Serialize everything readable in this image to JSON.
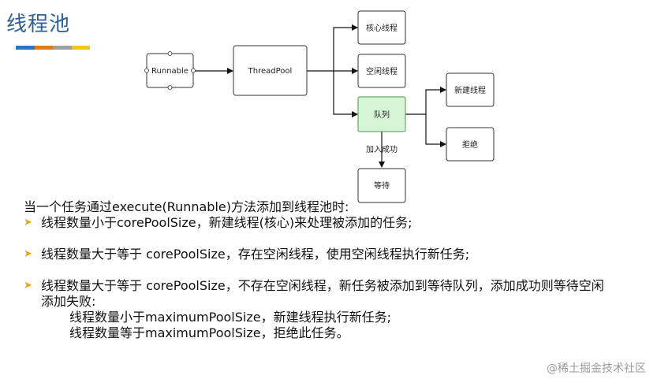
{
  "header": {
    "title": "线程池",
    "bar_colors": [
      "#2e73c4",
      "#e87a1e",
      "#a0a0a0",
      "#f5c518"
    ]
  },
  "diagram": {
    "nodes": {
      "runnable": "Runnable",
      "threadpool": "ThreadPool",
      "core": "核心线程",
      "idle": "空闲线程",
      "queue": "队列",
      "new_thread": "新建线程",
      "reject": "拒绝",
      "wait": "等待"
    },
    "edge_label_join_success": "加入成功",
    "queue_fill": "#d6f5d6",
    "queue_stroke": "#4a9a4a"
  },
  "description": {
    "intro": "当一个任务通过execute(Runnable)方法添加到线程池时:",
    "bullets": [
      "线程数量小于corePoolSize，新建线程(核心)来处理被添加的任务;",
      "线程数量大于等于 corePoolSize，存在空闲线程，使用空闲线程执行新任务;",
      "线程数量大于等于 corePoolSize，不存在空闲线程，新任务被添加到等待队列，添加成功则等待空闲"
    ],
    "bullet3_cont": "添加失败:",
    "sub1": "线程数量小于maximumPoolSize，新建线程执行新任务;",
    "sub2": "线程数量等于maximumPoolSize，拒绝此任务。"
  },
  "watermark": "@稀土掘金技术社区"
}
